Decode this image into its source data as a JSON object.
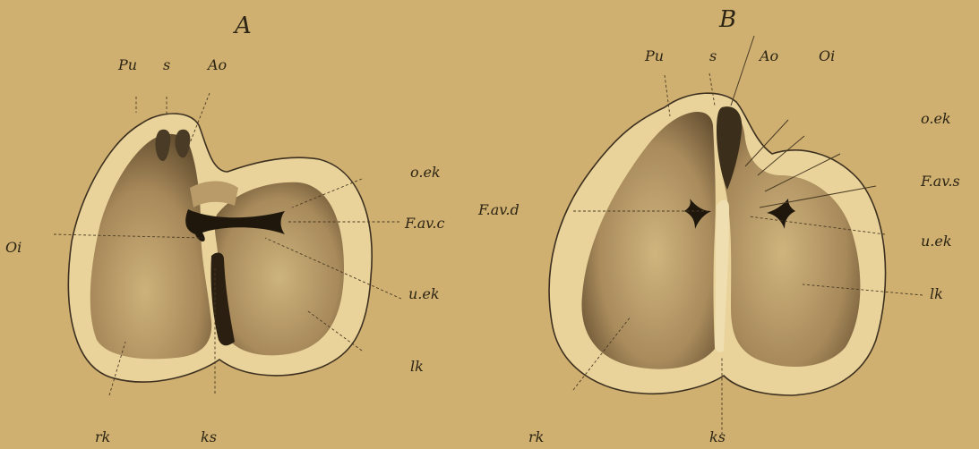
{
  "figure": {
    "panels": [
      {
        "id": "A",
        "title": "A",
        "labels": {
          "Pu": "Pu",
          "s": "s",
          "Ao": "Ao",
          "Oi": "Oi",
          "oek": "o.ek",
          "Favc": "F.av.c",
          "uek": "u.ek",
          "lk": "lk",
          "rk": "rk",
          "ks": "ks"
        }
      },
      {
        "id": "B",
        "title": "B",
        "labels": {
          "Pu": "Pu",
          "s": "s",
          "Ao": "Ao",
          "Oi": "Oi",
          "oek": "o.ek",
          "Favs": "F.av.s",
          "Favd": "F.av.d",
          "uek": "u.ek",
          "lk": "lk",
          "rk": "rk",
          "ks": "ks"
        }
      }
    ]
  },
  "colors": {
    "paper": "#cfb070",
    "wall": "#e9d39a",
    "cavity": "#9c8052",
    "ink": "#2c2414"
  }
}
